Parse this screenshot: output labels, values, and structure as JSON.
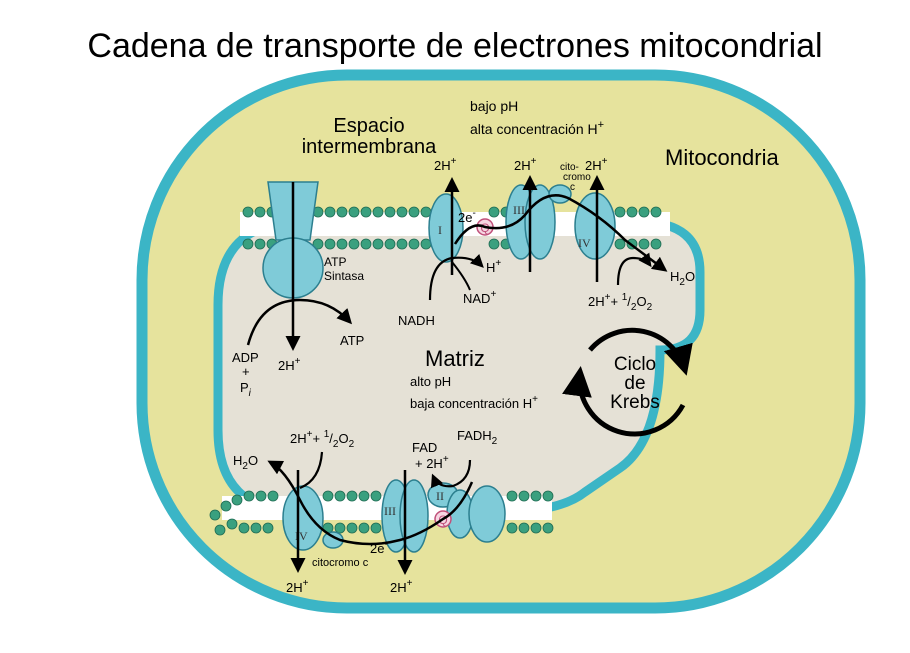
{
  "title": "Cadena de transporte de electrones mitocondrial",
  "labels": {
    "mitocondria": "Mitocondria",
    "espacio_1": "Espacio",
    "espacio_2": "intermembrana",
    "bajo_ph": "bajo pH",
    "alta_conc": "alta concentración H",
    "matriz": "Matriz",
    "alto_ph": "alto pH",
    "baja_conc": "baja concentración H",
    "ciclo_1": "Ciclo",
    "ciclo_2": "de",
    "ciclo_3": "Krebs",
    "atp_sintasa_1": "ATP",
    "atp_sintasa_2": "Sintasa",
    "adp": "ADP",
    "plus": "+",
    "pi": "P",
    "pi_sub": "i",
    "atp": "ATP",
    "two_h": "2H",
    "h": "H",
    "nad": "NAD",
    "nadh": "NADH",
    "two_e": "2e",
    "q": "Q",
    "complex_I": "I",
    "complex_II": "II",
    "complex_III": "III",
    "complex_IV": "IV",
    "cito_1": "cito-",
    "cito_2": "cromo",
    "cito_3": "c",
    "citocromo_c": "citocromo c",
    "h2o": "H",
    "h2o_sub": "2",
    "h2o_o": "O",
    "two_h_half_o2_a": "2H",
    "two_h_half_o2_b": "+ ",
    "half_num": "1",
    "half_slash": "/",
    "half_den": "2",
    "o2": "O",
    "o2_sub": "2",
    "fad": "FAD",
    "plus_2h": "+ 2H",
    "fadh": "FADH",
    "fadh_sub": "2",
    "sup_plus": "+",
    "sup_minus": "-"
  },
  "colors": {
    "outer_membrane": "#3bb5c6",
    "intermembrane": "#e6e39d",
    "matrix": "#e5e1d6",
    "protein": "#7fcbd8",
    "protein_stroke": "#2c7f8f",
    "lipid_head": "#3aa07f",
    "q_ring": "#c0507a"
  }
}
